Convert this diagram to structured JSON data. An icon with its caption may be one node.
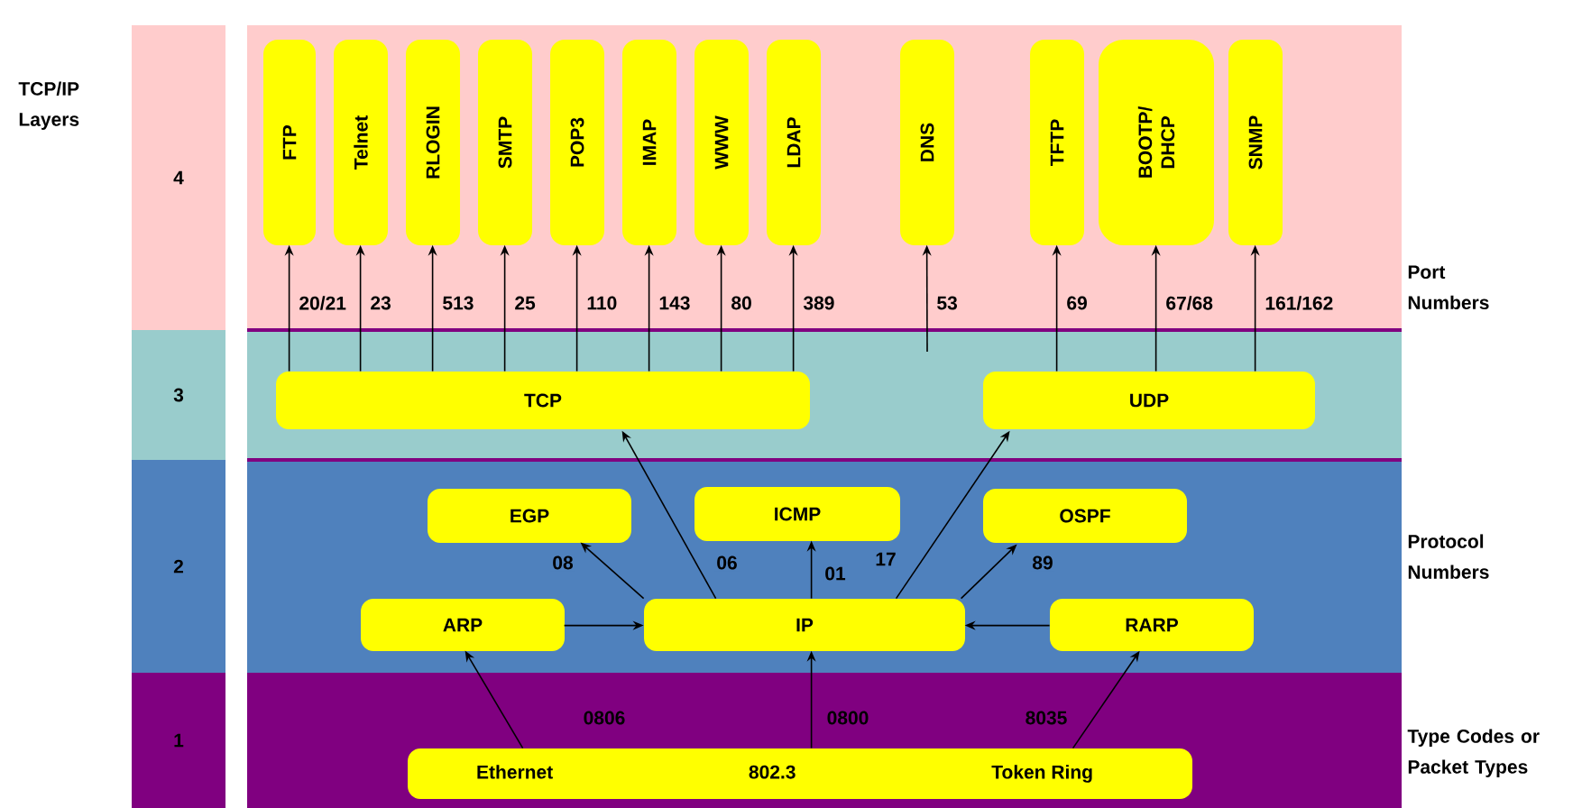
{
  "diagram": {
    "nodes": [
      {
        "text": [
          "4"
        ]
      },
      {
        "text": [
          "FTP"
        ]
      },
      {
        "text": [
          "Telnet"
        ]
      },
      {
        "text": [
          "RLOGIN"
        ]
      },
      {
        "text": [
          "SMTP"
        ]
      },
      {
        "text": [
          "POP3"
        ]
      },
      {
        "text": [
          "IMAP"
        ]
      },
      {
        "text": [
          "WWW"
        ]
      },
      {
        "text": [
          "LDAP"
        ]
      },
      {
        "text": [
          "DNS"
        ]
      },
      {
        "text": [
          "TFTP"
        ]
      },
      {
        "text": [
          "BOOTP/ DHCP"
        ]
      },
      {
        "text": [
          "SNMP"
        ]
      },
      {
        "text": [
          "3"
        ]
      },
      {
        "text": [
          "TCP"
        ]
      },
      {
        "text": [
          "UDP"
        ]
      },
      {
        "text": [
          "2"
        ]
      },
      {
        "text": [
          "EGP"
        ]
      },
      {
        "text": [
          "ICMP"
        ]
      },
      {
        "text": [
          "OSPF"
        ]
      },
      {
        "text": [
          "ARP"
        ]
      },
      {
        "text": [
          "IP"
        ]
      },
      {
        "text": [
          "RARP"
        ]
      },
      {
        "text": [
          "1"
        ]
      },
      {
        "text": [
          "Ethernet",
          "802.3",
          "Token Ring"
        ]
      }
    ],
    "edges": [
      {
        "from": 14,
        "to": 1,
        "arrow": "to",
        "label": "20/21"
      },
      {
        "from": 14,
        "to": 2,
        "arrow": "to",
        "label": "23"
      },
      {
        "from": 14,
        "to": 3,
        "arrow": "to",
        "label": "513"
      },
      {
        "from": 14,
        "to": 4,
        "arrow": "to",
        "label": "25"
      },
      {
        "from": 14,
        "to": 5,
        "arrow": "to",
        "label": "110"
      },
      {
        "from": 14,
        "to": 6,
        "arrow": "to",
        "label": "143"
      },
      {
        "from": 14,
        "to": 7,
        "arrow": "to",
        "label": "80"
      },
      {
        "from": 14,
        "to": 8,
        "arrow": "to",
        "label": "389"
      },
      {
        "from": null,
        "to": 9,
        "arrow": "to",
        "label": "53"
      },
      {
        "from": 15,
        "to": 10,
        "arrow": "to",
        "label": "69"
      },
      {
        "from": 15,
        "to": 11,
        "arrow": "to",
        "label": "67/68"
      },
      {
        "from": 15,
        "to": 12,
        "arrow": "to",
        "label": "161/162"
      },
      {
        "from": 21,
        "to": 14,
        "arrow": "to",
        "label": "06"
      },
      {
        "from": 21,
        "to": 15,
        "arrow": "to",
        "label": "17"
      },
      {
        "from": 21,
        "to": 17,
        "arrow": "to",
        "label": "08"
      },
      {
        "from": 21,
        "to": 18,
        "arrow": "to",
        "label": "01"
      },
      {
        "from": 21,
        "to": 19,
        "arrow": "to",
        "label": "89"
      },
      {
        "from": 20,
        "to": 21,
        "arrow": "to"
      },
      {
        "from": 22,
        "to": 21,
        "arrow": "to"
      },
      {
        "from": 24,
        "to": 20,
        "arrow": "to",
        "label": "0806"
      },
      {
        "from": 24,
        "to": 21,
        "arrow": "to",
        "label": "0800"
      },
      {
        "from": 24,
        "to": 22,
        "arrow": "to",
        "label": "8035"
      }
    ],
    "labels": [
      "TCP/IP Layers",
      "Port Numbers",
      "Protocol Numbers",
      "Type Codes or Packet Types"
    ]
  }
}
